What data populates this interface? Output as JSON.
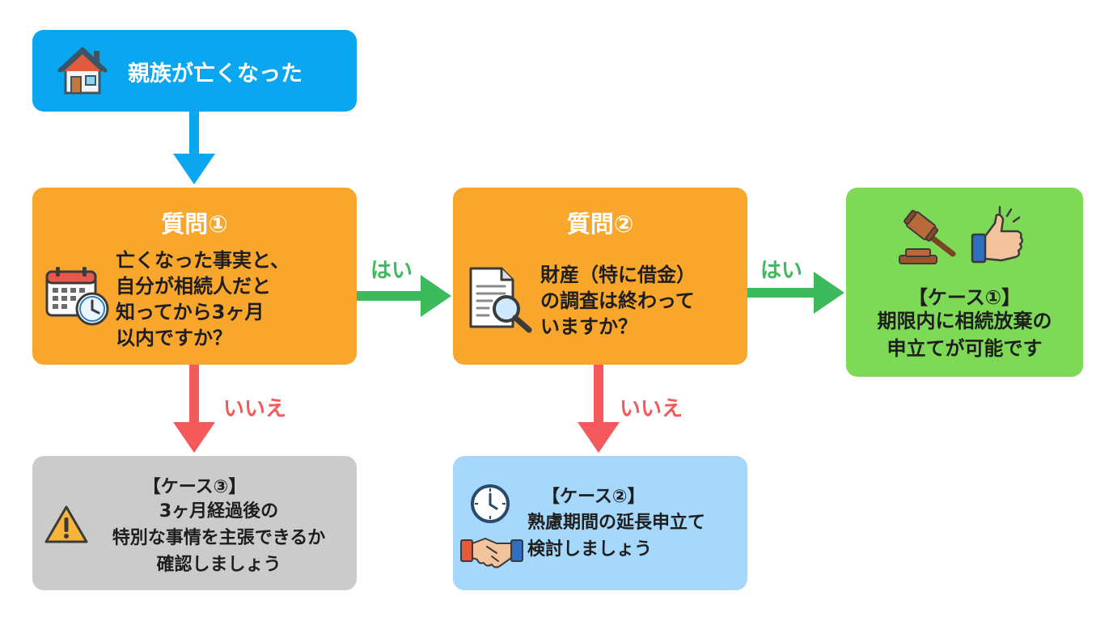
{
  "start": {
    "title": "親族が亡くなった",
    "icon": "house-icon"
  },
  "question1": {
    "title": "質問①",
    "lines": [
      "亡くなった事実と、",
      "自分が相続人だと",
      "知ってから3ヶ月",
      "以内ですか？"
    ],
    "icon": "calendar-clock-icon"
  },
  "question2": {
    "title": "質問②",
    "lines": [
      "財産（特に借金）",
      "の調査は終わって",
      "いますか？"
    ],
    "icon": "document-magnifier-icon"
  },
  "case1": {
    "title": "【ケース①】",
    "lines": [
      "期限内に相続放棄の",
      "申立てが可能です"
    ],
    "icons": [
      "gavel-icon",
      "thumbs-up-icon"
    ]
  },
  "case2": {
    "title": "【ケース②】",
    "lines": [
      "熟慮期間の延長申立て",
      "検討しましょう"
    ],
    "icons": [
      "clock-icon",
      "handshake-icon"
    ]
  },
  "case3": {
    "title": "【ケース③】",
    "lines": [
      "3ヶ月経過後の",
      "特別な事情を主張できるか",
      "確認しましょう"
    ],
    "icon": "warning-icon"
  },
  "labels": {
    "yes": "はい",
    "no": "いいえ"
  },
  "colors": {
    "start": "#0aa7f0",
    "question": "#f9a62c",
    "case1": "#7ed957",
    "case2": "#a6d8fb",
    "case3": "#cbcbcb",
    "yes_arrow": "#3dba5c",
    "no_arrow": "#f4595c"
  }
}
